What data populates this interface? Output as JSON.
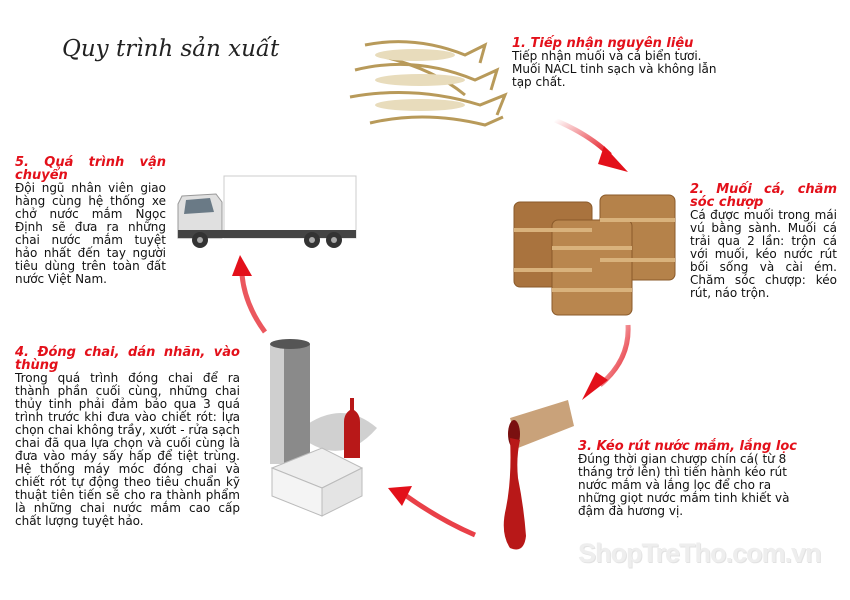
{
  "title": "Quy trình sản xuất",
  "steps": [
    {
      "heading": "1. Tiếp nhận nguyên liệu",
      "body": "Tiếp nhận muối và cá biển tươi. Muối NACL tinh sạch và không lẫn tạp chất."
    },
    {
      "heading": "2. Muối cá, chăm sóc chượp",
      "body": "Cá được muối trong mái vú bằng sành. Muối cá trải qua 2 lần: trộn cá với muối, kéo nước rút bối sống và cài ém. Chăm sóc chượp: kéo rút, náo trộn."
    },
    {
      "heading": "3. Kéo rút nước mắm, lắng lọc",
      "body": "Đúng thời gian chượp chín cá( từ 8 tháng trở lên) thì tiến hành kéo rút nước mắm và lắng lọc để cho ra những giọt nước mắm tinh khiết và đậm đà hương vị."
    },
    {
      "heading": "4. Đóng chai, dán nhãn, vào thùng",
      "body": "Trong quá trình đóng chai để ra thành phần cuối cùng, những chai thủy tinh phải đảm bảo qua 3 quá trình trước khi đưa vào chiết rót: lựa chọn chai không trầy, xướt - rửa sạch chai đã qua lựa chọn và cuối cùng là đưa vào máy sấy hấp để tiệt trùng. Hệ thống máy móc đóng chai và chiết rót tự động theo tiêu chuẩn kỹ thuật tiên tiến sẽ cho ra thành phẩm là những chai nước mắm cao cấp chất lượng tuyệt hảo."
    },
    {
      "heading": "5. Quá trình vận chuyển",
      "body": "Đội ngũ nhân viên giao hàng cùng hệ thống xe chở nước mắm Ngọc Định sẽ đưa ra những chai nước mắm tuyệt hảo nhất đến tay người tiêu dùng trên toàn đất nước Việt Nam."
    }
  ],
  "watermark": "ShopTreTho.com.vn",
  "colors": {
    "heading": "#e3101a",
    "arrow": "#e3101a"
  }
}
